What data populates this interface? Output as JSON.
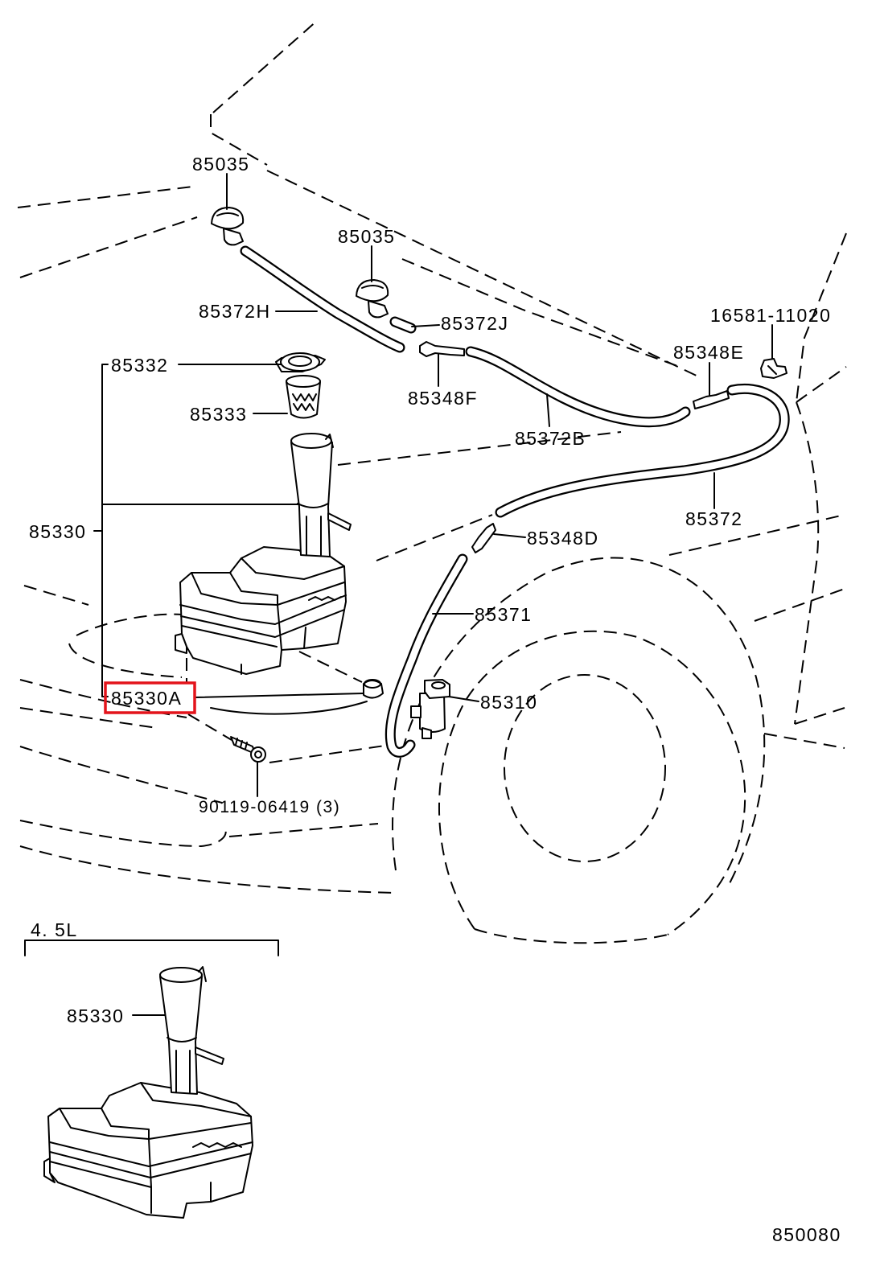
{
  "callouts": {
    "nozzle_upper": "85035",
    "nozzle_lower": "85035",
    "hose_85372h": "85372H",
    "hose_85372j": "85372J",
    "clamp": "16581-11020",
    "cap": "85332",
    "joint_e": "85348E",
    "strainer": "85333",
    "joint_f": "85348F",
    "hose_85372b": "85372B",
    "tank": "85330",
    "hose_85372": "85372",
    "joint_d": "85348D",
    "hose_85371": "85371",
    "tank_highlighted": "85330A",
    "pump": "85310",
    "bolt": "90119-06419 (3)"
  },
  "inset": {
    "title": "4. 5L",
    "tank": "85330"
  },
  "figure_number": "850080",
  "colors": {
    "highlight": "#e3141b"
  }
}
